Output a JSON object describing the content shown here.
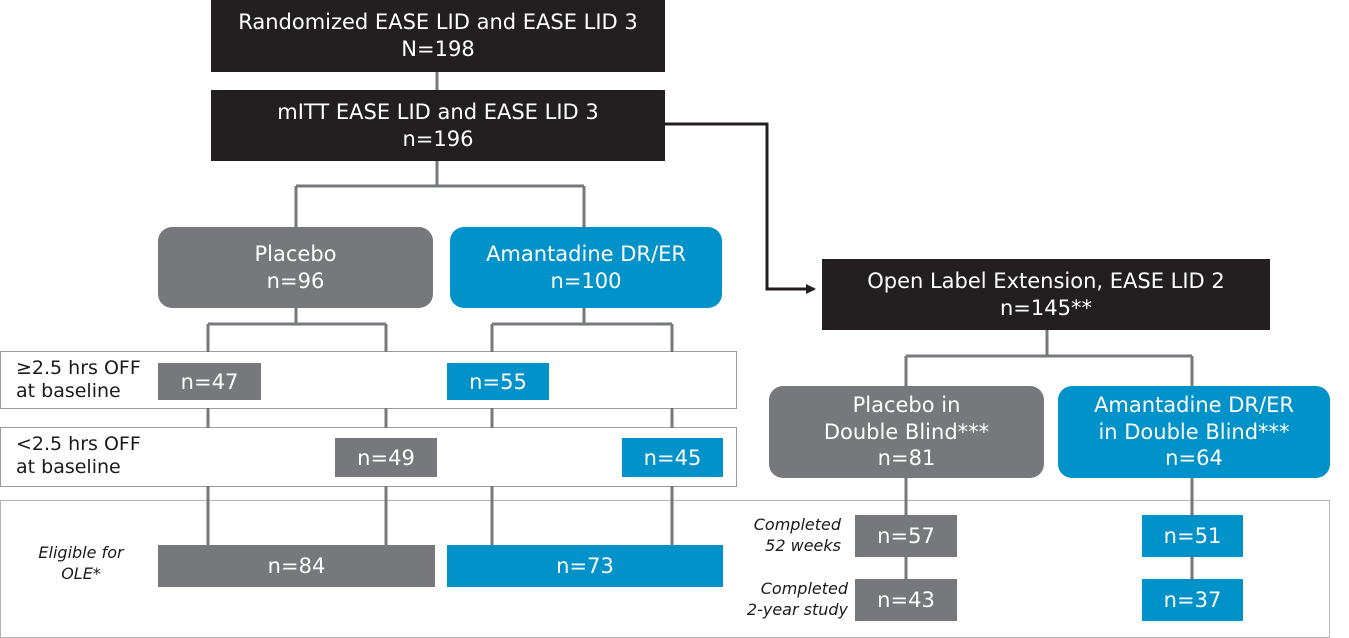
{
  "top": {
    "randomized": {
      "title": "Randomized EASE LID and EASE LID 3",
      "n": "N=198"
    },
    "mitt": {
      "title": "mITT EASE LID and EASE LID 3",
      "n": "n=196"
    }
  },
  "arms": {
    "placebo": {
      "title": "Placebo",
      "n": "n=96"
    },
    "amantadine": {
      "title": "Amantadine DR/ER",
      "n": "n=100"
    }
  },
  "rows": {
    "high_off": {
      "label_line1": "≥2.5 hrs OFF",
      "label_line2": "at baseline",
      "placebo": "n=47",
      "amantadine": "n=55"
    },
    "low_off": {
      "label_line1": "<2.5 hrs OFF",
      "label_line2": "at baseline",
      "placebo": "n=49",
      "amantadine": "n=45"
    }
  },
  "eligible": {
    "label_line1": "Eligible for",
    "label_line2": "OLE*",
    "placebo": "n=84",
    "amantadine": "n=73"
  },
  "ole": {
    "title": "Open Label Extension, EASE LID 2",
    "n": "n=145**",
    "placebo_db": {
      "line1": "Placebo in",
      "line2": "Double Blind***",
      "n": "n=81"
    },
    "amantadine_db": {
      "line1": "Amantadine DR/ER",
      "line2": "in Double Blind***",
      "n": "n=64"
    },
    "completed_52": {
      "label_line1": "Completed",
      "label_line2": "52 weeks",
      "placebo": "n=57",
      "amantadine": "n=51"
    },
    "completed_2y": {
      "label_line1": "Completed",
      "label_line2": "2-year study",
      "placebo": "n=43",
      "amantadine": "n=37"
    }
  },
  "colors": {
    "dark": "#231f20",
    "placebo": "#77787b",
    "amantadine": "#0092c8",
    "line": "#77787b"
  }
}
